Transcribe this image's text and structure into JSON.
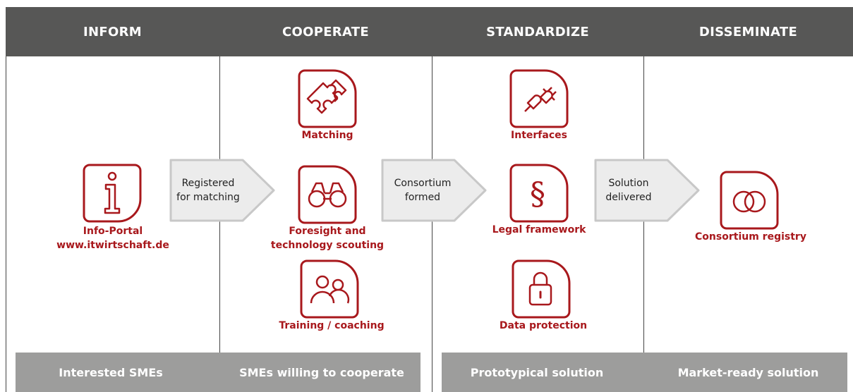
{
  "phases": {
    "inform": "INFORM",
    "cooperate": "COOPERATE",
    "standardize": "STANDARDIZE",
    "disseminate": "DISSEMINATE"
  },
  "items": {
    "info_portal": {
      "line1": "Info-Portal",
      "line2": "www.itwirtschaft.de",
      "icon": "info-icon"
    },
    "matching": {
      "label": "Matching",
      "icon": "puzzle-icon"
    },
    "foresight": {
      "line1": "Foresight and",
      "line2": "technology scouting",
      "icon": "binoculars-icon"
    },
    "training": {
      "label": "Training / coaching",
      "icon": "people-icon"
    },
    "interfaces": {
      "label": "Interfaces",
      "icon": "plug-icon"
    },
    "legal": {
      "label": "Legal framework",
      "icon": "section-sign-icon"
    },
    "data_protection": {
      "label": "Data protection",
      "icon": "lock-icon"
    },
    "consortium_registry": {
      "label": "Consortium registry",
      "icon": "rings-icon"
    }
  },
  "transitions": {
    "registered": {
      "line1": "Registered",
      "line2": "for matching"
    },
    "consortium": {
      "line1": "Consortium",
      "line2": "formed"
    },
    "solution": {
      "line1": "Solution",
      "line2": "delivered"
    }
  },
  "outcomes": {
    "interested": "Interested SMEs",
    "willing": "SMEs willing to cooperate",
    "prototypical": "Prototypical solution",
    "market_ready": "Market-ready solution"
  },
  "colors": {
    "header": "#575756",
    "footer": "#9d9d9c",
    "accent": "#a8181c",
    "arrow_fill": "#ececec"
  }
}
